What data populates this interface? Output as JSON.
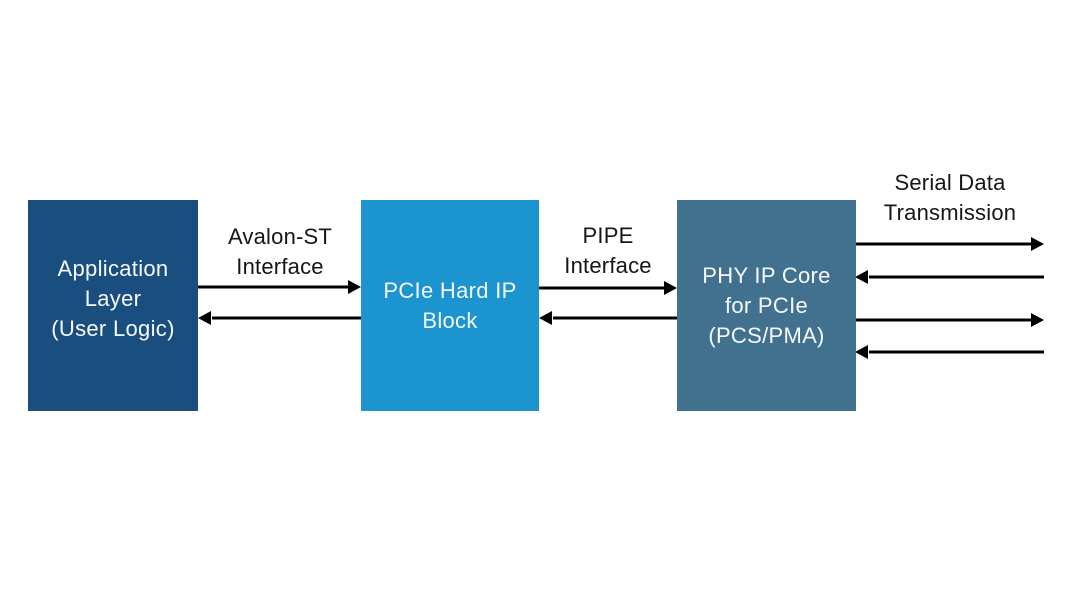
{
  "diagram": {
    "background": "#FFFFFF",
    "label_text_color": "#161616",
    "arrow_color": "#000000",
    "blocks": [
      {
        "name": "application-layer",
        "lines": [
          "Application",
          "Layer",
          "(User Logic)"
        ],
        "fill": "#1A4E7E",
        "text_color": "#F5F9FB"
      },
      {
        "name": "pcie-hard-ip-block",
        "lines": [
          "PCIe Hard IP",
          "Block"
        ],
        "fill": "#1B94CF",
        "text_color": "#F5F9FB"
      },
      {
        "name": "phy-ip-core-for-pcie",
        "lines": [
          "PHY IP Core",
          "for PCIe",
          "(PCS/PMA)"
        ],
        "fill": "#41718F",
        "text_color": "#F5F9FB"
      }
    ],
    "labels": [
      {
        "name": "avalon-st-interface",
        "lines": [
          "Avalon-ST",
          "Interface"
        ]
      },
      {
        "name": "pipe-interface",
        "lines": [
          "PIPE",
          "Interface"
        ]
      },
      {
        "name": "serial-data-transmission",
        "lines": [
          "Serial Data",
          "Transmission"
        ]
      }
    ],
    "arrows": [
      {
        "name": "avalon-tx-arrow",
        "direction": "right"
      },
      {
        "name": "avalon-rx-arrow",
        "direction": "left"
      },
      {
        "name": "pipe-tx-arrow",
        "direction": "right"
      },
      {
        "name": "pipe-rx-arrow",
        "direction": "left"
      },
      {
        "name": "serial-tx-arrow-1",
        "direction": "right"
      },
      {
        "name": "serial-rx-arrow-1",
        "direction": "left"
      },
      {
        "name": "serial-tx-arrow-2",
        "direction": "right"
      },
      {
        "name": "serial-rx-arrow-2",
        "direction": "left"
      }
    ]
  }
}
